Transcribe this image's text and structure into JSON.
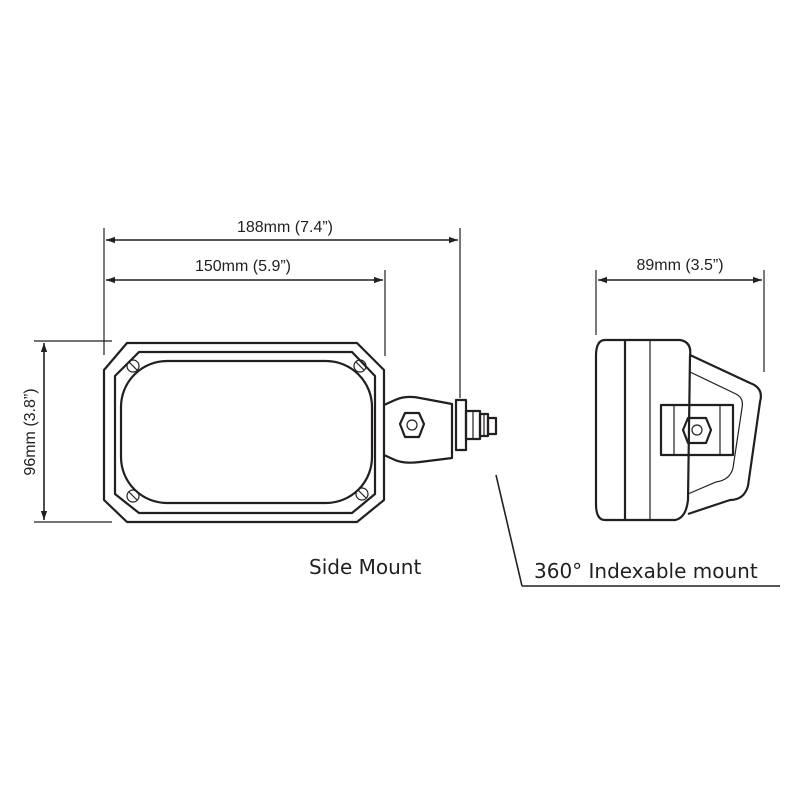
{
  "dimensions": {
    "overall_width": "188mm (7.4”)",
    "housing_width": "150mm (5.9”)",
    "height": "96mm (3.8”)",
    "depth": "89mm (3.5”)"
  },
  "captions": {
    "side_mount": "Side Mount",
    "indexable_mount": "360° Indexable mount"
  }
}
